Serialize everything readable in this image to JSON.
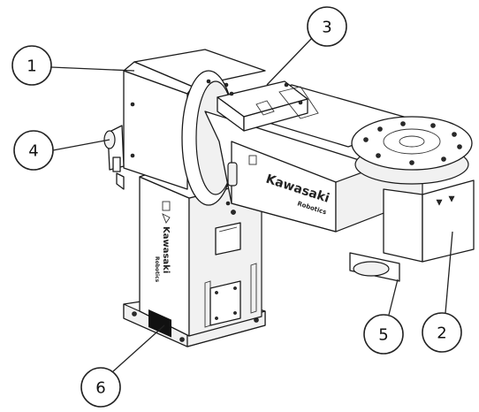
{
  "diagram": {
    "robot_branding": {
      "brand_text": "Kawasaki",
      "sub_text": "Robotics"
    },
    "callouts": [
      {
        "label": "1"
      },
      {
        "label": "2"
      },
      {
        "label": "3"
      },
      {
        "label": "4"
      },
      {
        "label": "5"
      },
      {
        "label": "6"
      }
    ]
  }
}
